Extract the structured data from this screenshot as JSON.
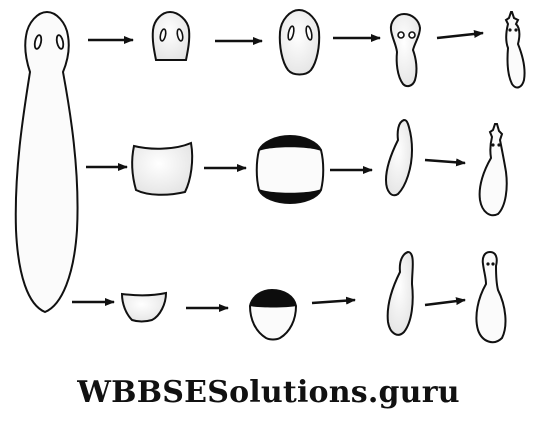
{
  "diagram": {
    "rows": 3,
    "stages_per_row": 4,
    "parent": "whole planarian",
    "row_sources": [
      "head fragment",
      "middle body fragment",
      "tail fragment"
    ],
    "result": "regenerated planarian"
  },
  "watermark": {
    "text": "WBBSESolutions.guru"
  },
  "colors": {
    "ink": "#111111",
    "fill_light": "#f2f2f2",
    "fill_dark": "#0d0d0d",
    "background": "#ffffff"
  }
}
